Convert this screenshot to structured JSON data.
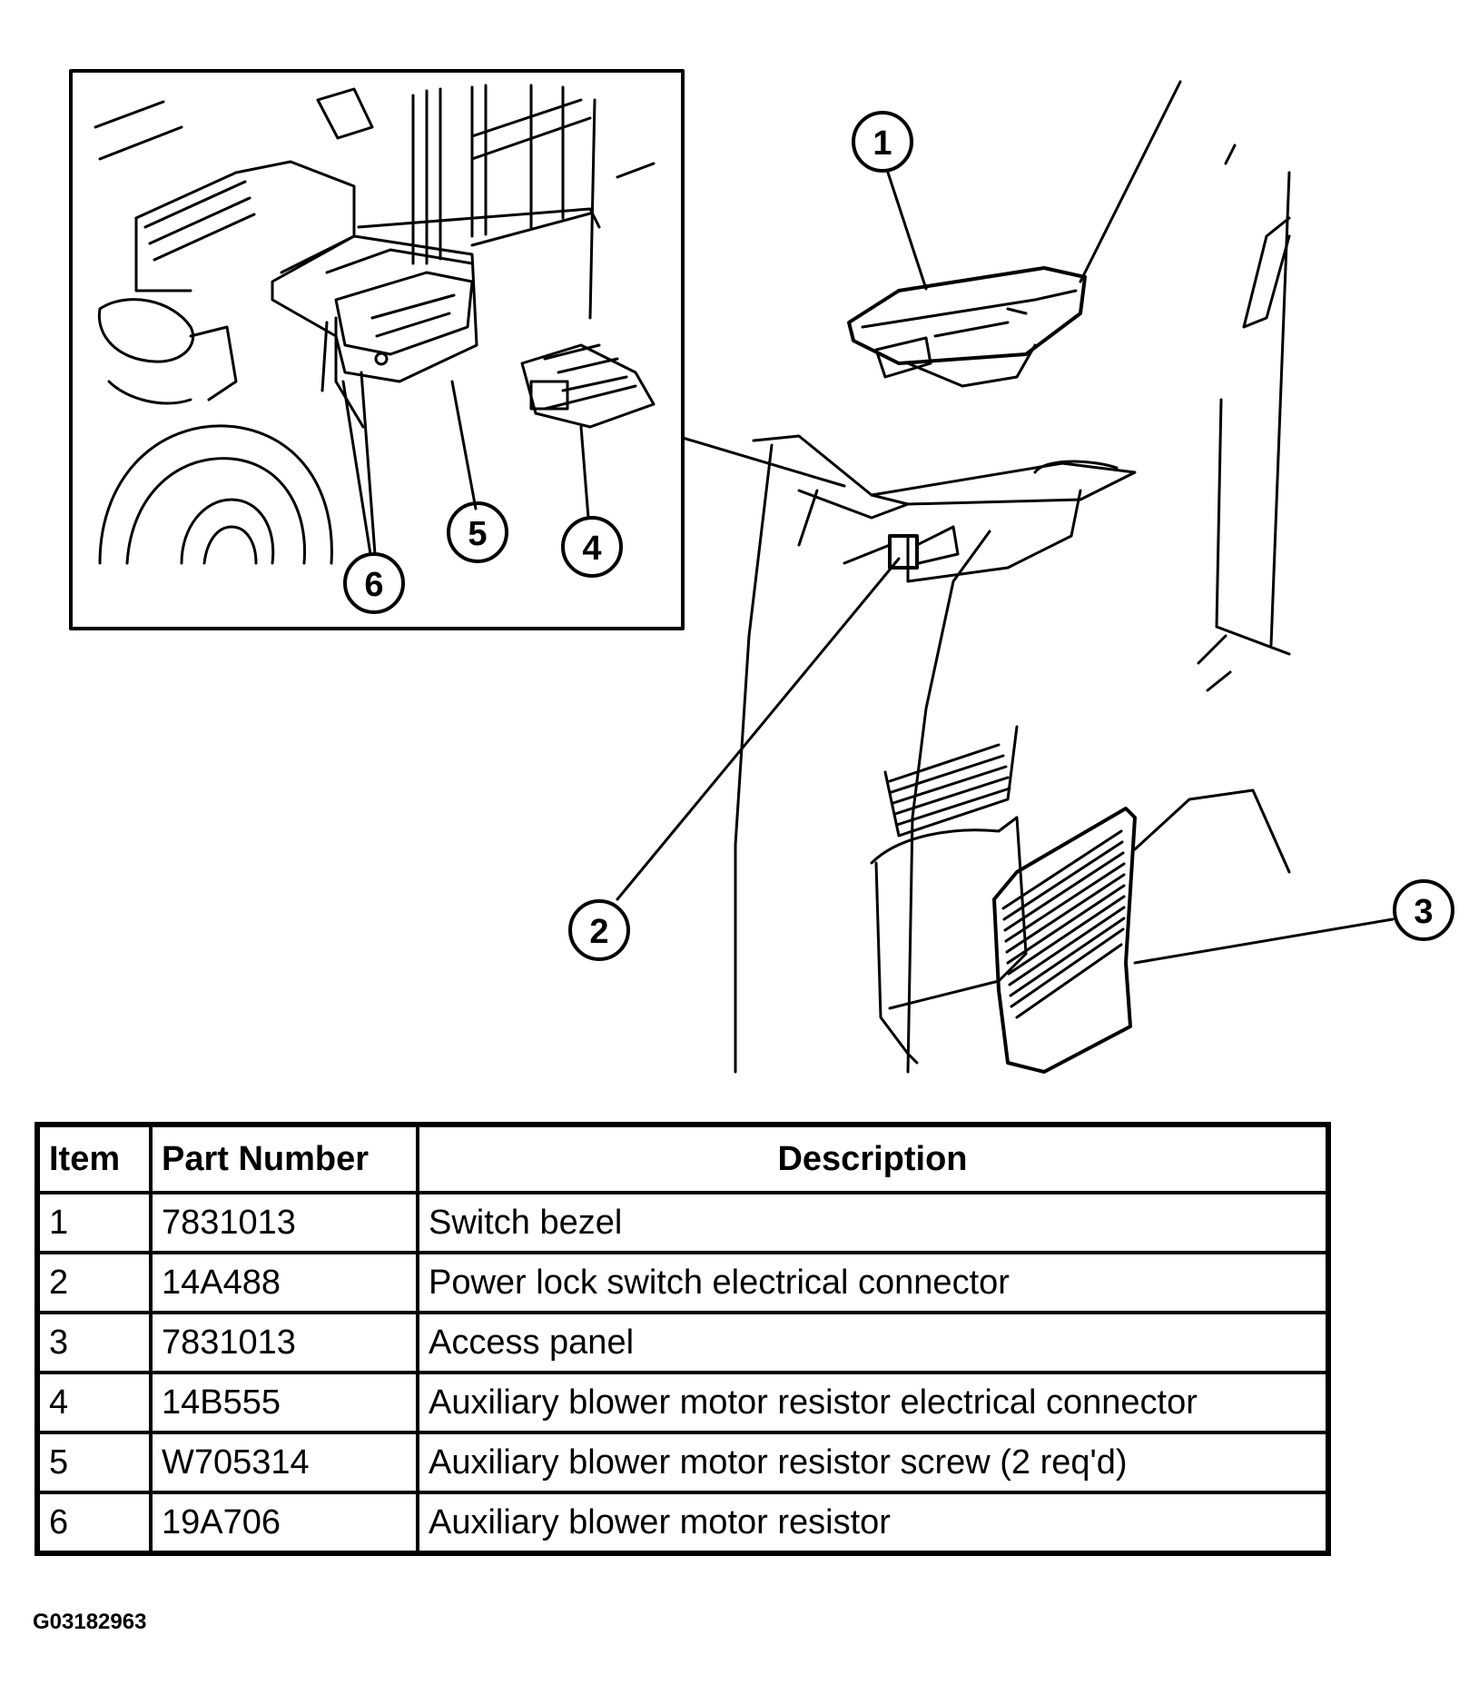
{
  "callouts": [
    "1",
    "2",
    "3",
    "4",
    "5",
    "6"
  ],
  "table": {
    "headers": [
      "Item",
      "Part Number",
      "Description"
    ],
    "rows": [
      {
        "item": "1",
        "part_number": "7831013",
        "description": "Switch bezel"
      },
      {
        "item": "2",
        "part_number": "14A488",
        "description": "Power lock switch electrical connector"
      },
      {
        "item": "3",
        "part_number": "7831013",
        "description": "Access panel"
      },
      {
        "item": "4",
        "part_number": "14B555",
        "description": "Auxiliary blower motor resistor electrical connector"
      },
      {
        "item": "5",
        "part_number": "W705314",
        "description": "Auxiliary blower motor resistor screw (2 req'd)"
      },
      {
        "item": "6",
        "part_number": "19A706",
        "description": "Auxiliary blower motor resistor"
      }
    ]
  },
  "figure_id": "G03182963"
}
